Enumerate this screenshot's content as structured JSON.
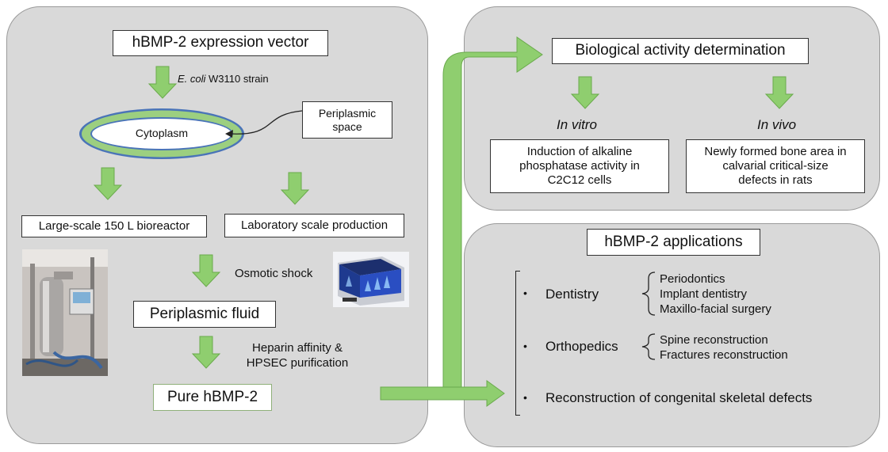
{
  "left_panel": {
    "title": "hBMP-2 expression vector",
    "strain_prefix": "E. coli",
    "strain_suffix": " W3110 strain",
    "cytoplasm": "Cytoplasm",
    "periplasmic_space_line1": "Periplasmic",
    "periplasmic_space_line2": "space",
    "large_scale": "Large-scale 150 L bioreactor",
    "lab_scale": "Laboratory scale production",
    "osmotic_shock": "Osmotic shock",
    "periplasmic_fluid": "Periplasmic fluid",
    "purification_line1": "Heparin affinity &",
    "purification_line2": "HPSEC purification",
    "pure": "Pure hBMP-2"
  },
  "activity_panel": {
    "title": "Biological activity determination",
    "in_vitro": "In vitro",
    "in_vivo": "In vivo",
    "in_vitro_line1": "Induction of alkaline",
    "in_vitro_line2": "phosphatase activity in",
    "in_vitro_line3": "C2C12 cells",
    "in_vivo_line1": "Newly formed bone area in",
    "in_vivo_line2": "calvarial critical-size",
    "in_vivo_line3": "defects in rats"
  },
  "applications_panel": {
    "title": "hBMP-2 applications",
    "bullet": "•",
    "dentistry": "Dentistry",
    "dentistry_items": [
      "Periodontics",
      "Implant dentistry",
      "Maxillo-facial surgery"
    ],
    "orthopedics": "Orthopedics",
    "orthopedics_items": [
      "Spine reconstruction",
      "Fractures reconstruction"
    ],
    "congenital": "Reconstruction of congenital skeletal defects"
  },
  "colors": {
    "panel": "#d9d9d9",
    "arrow_green": "#8fce6f",
    "arrow_stroke": "#6aaa4c",
    "ring_blue": "#4a74b8",
    "ring_green": "#9ccf80"
  }
}
